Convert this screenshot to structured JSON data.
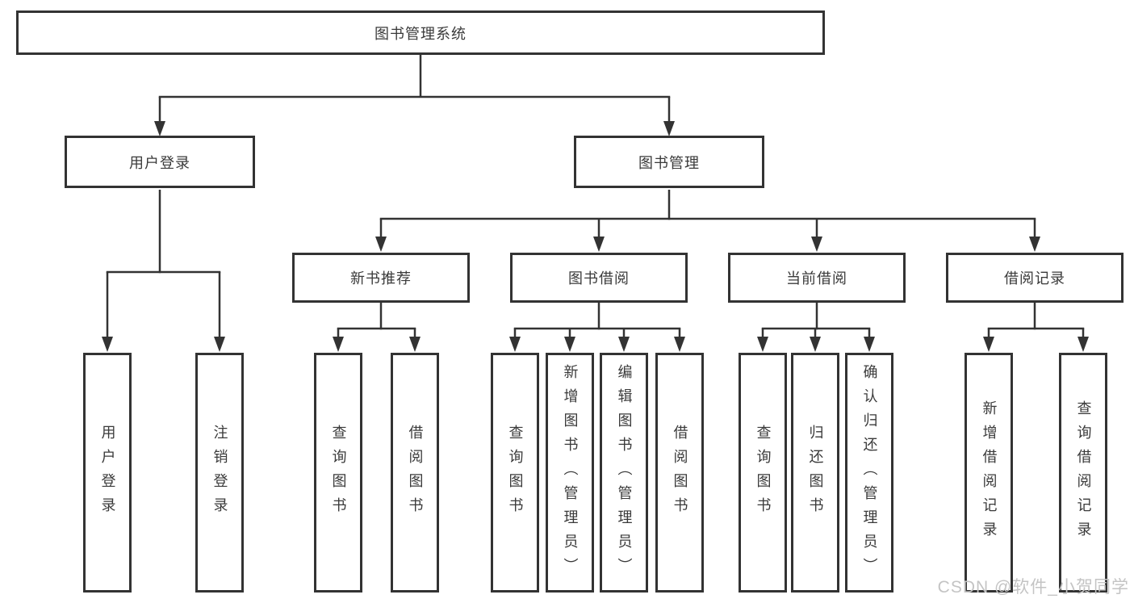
{
  "tree": {
    "root": {
      "label": "图书管理系统"
    },
    "branches": [
      {
        "label": "用户登录",
        "children": [
          {
            "label": "用户登录"
          },
          {
            "label": "注销登录"
          }
        ]
      },
      {
        "label": "图书管理",
        "children": [
          {
            "label": "新书推荐",
            "children": [
              {
                "label": "查询图书"
              },
              {
                "label": "借阅图书"
              }
            ]
          },
          {
            "label": "图书借阅",
            "children": [
              {
                "label": "查询图书"
              },
              {
                "label": "新增图书（管理员）"
              },
              {
                "label": "编辑图书（管理员）"
              },
              {
                "label": "借阅图书"
              }
            ]
          },
          {
            "label": "当前借阅",
            "children": [
              {
                "label": "查询图书"
              },
              {
                "label": "归还图书"
              },
              {
                "label": "确认归还（管理员）"
              }
            ]
          },
          {
            "label": "借阅记录",
            "children": [
              {
                "label": "新增借阅记录"
              },
              {
                "label": "查询借阅记录"
              }
            ]
          }
        ]
      }
    ]
  },
  "watermark": {
    "text": "CSDN @软件_小贺同学"
  },
  "colors": {
    "line": "#333333",
    "box_border": "#333333",
    "text": "#3a3a3a",
    "watermark": "#c4c4c4",
    "background": "#ffffff"
  }
}
